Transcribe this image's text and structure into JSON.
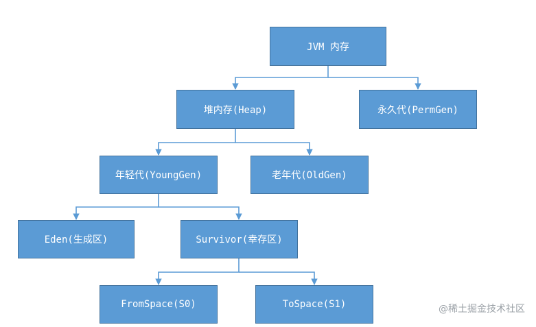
{
  "diagram": {
    "nodes": {
      "jvm_memory": "JVM 内存",
      "heap": "堆内存(Heap)",
      "perm_gen": "永久代(PermGen)",
      "young_gen": "年轻代(YoungGen)",
      "old_gen": "老年代(OldGen)",
      "eden": "Eden(生成区)",
      "survivor": "Survivor(幸存区)",
      "from_space": "FromSpace(S0)",
      "to_space": "ToSpace(S1)"
    },
    "edges": [
      [
        "jvm_memory",
        "heap"
      ],
      [
        "jvm_memory",
        "perm_gen"
      ],
      [
        "heap",
        "young_gen"
      ],
      [
        "heap",
        "old_gen"
      ],
      [
        "young_gen",
        "eden"
      ],
      [
        "young_gen",
        "survivor"
      ],
      [
        "survivor",
        "from_space"
      ],
      [
        "survivor",
        "to_space"
      ]
    ]
  },
  "watermark": "@稀土掘金技术社区",
  "colors": {
    "node_fill": "#5b9bd5",
    "node_border": "#41719c",
    "node_text": "#ffffff",
    "connector": "#5b9bd5"
  }
}
